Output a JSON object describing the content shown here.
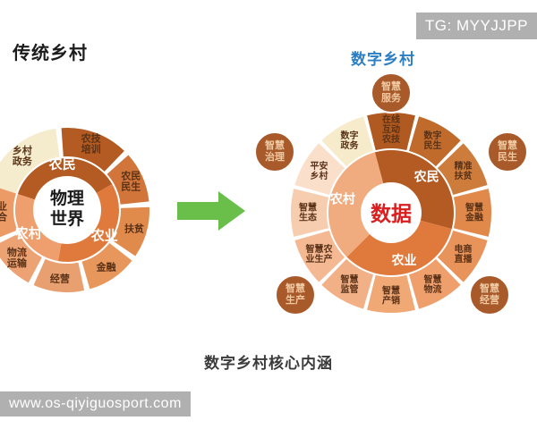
{
  "watermarks": {
    "telegram": "TG: MYYJJPP",
    "site": "www.os-qiyiguosport.com"
  },
  "headings": {
    "left": "传统乡村",
    "right": "数字乡村",
    "caption": "数字乡村核心内涵"
  },
  "colors": {
    "heading_left": "#1c1c1c",
    "heading_right": "#2a7ec4",
    "caption": "#3b3b3b",
    "arrow": "#6abf4b",
    "core_right_text": "#d81e1e",
    "badge_fill": "#a85a2a",
    "ring_cream": "#f5ecce",
    "ring_light_orange": "#f0b98a",
    "ring_orange": "#e8935a",
    "ring_dark_orange": "#c4六"
  },
  "left_wheel": {
    "core": "物理\n世界",
    "core_line1": "物理",
    "core_line2": "世界",
    "inner_ring": [
      {
        "label": "农民",
        "color": "#b35b22"
      },
      {
        "label": "农业",
        "color": "#e07a3c"
      },
      {
        "label": "农村",
        "color": "#ef9f6e"
      }
    ],
    "outer_ring": [
      {
        "label": "乡村\n政务",
        "line1": "乡村",
        "line2": "政务",
        "color": "#f5ecce",
        "text": "dark"
      },
      {
        "label": "农技\n培训",
        "line1": "农技",
        "line2": "培训",
        "color": "#b35b22",
        "text": "dark"
      },
      {
        "label": "农民\n民生",
        "line1": "农民",
        "line2": "民生",
        "color": "#d1753a",
        "text": "dark"
      },
      {
        "label": "扶贫",
        "line1": "扶贫",
        "line2": "",
        "color": "#e08a4c",
        "text": "dark"
      },
      {
        "label": "金融",
        "line1": "金融",
        "line2": "",
        "color": "#e8975c",
        "text": "dark"
      },
      {
        "label": "经营",
        "line1": "经营",
        "line2": "",
        "color": "#e8a070",
        "text": "dark"
      },
      {
        "label": "物流\n运输",
        "line1": "物流",
        "line2": "运输",
        "color": "#eda273",
        "text": "dark"
      },
      {
        "label": "产业\n融合",
        "line1": "产业",
        "line2": "融合",
        "color": "#ec9a66",
        "text": "dark"
      }
    ]
  },
  "right_wheel": {
    "core": "数据",
    "inner_ring": [
      {
        "label": "农民",
        "color": "#b35b22"
      },
      {
        "label": "农业",
        "color": "#e07a3c"
      },
      {
        "label": "农村",
        "color": "#f0ab7e"
      }
    ],
    "outer_ring": [
      {
        "label": "在线\n互动\n农技",
        "lines": [
          "在线",
          "互动",
          "农技"
        ],
        "color": "#b05a22"
      },
      {
        "label": "数字\n民生",
        "lines": [
          "数字",
          "民生"
        ],
        "color": "#c06a2c"
      },
      {
        "label": "精准\n扶贫",
        "lines": [
          "精准",
          "扶贫"
        ],
        "color": "#cd7c3c"
      },
      {
        "label": "智慧\n金融",
        "lines": [
          "智慧",
          "金融"
        ],
        "color": "#e0894a"
      },
      {
        "label": "电商\n直播",
        "lines": [
          "电商",
          "直播"
        ],
        "color": "#e8935a"
      },
      {
        "label": "智慧\n物流",
        "lines": [
          "智慧",
          "物流"
        ],
        "color": "#ee9f6c"
      },
      {
        "label": "智慧\n产销",
        "lines": [
          "智慧",
          "产销"
        ],
        "color": "#f0a875"
      },
      {
        "label": "智慧\n监管",
        "lines": [
          "智慧",
          "监管"
        ],
        "color": "#f2b086"
      },
      {
        "label": "智慧农\n业生产",
        "lines": [
          "智慧农",
          "业生产"
        ],
        "color": "#f4b893"
      },
      {
        "label": "智慧\n生态",
        "lines": [
          "智慧",
          "生态"
        ],
        "color": "#f7cdb0"
      },
      {
        "label": "平安\n乡村",
        "lines": [
          "平安",
          "乡村"
        ],
        "color": "#fadfcb"
      },
      {
        "label": "数字\n政务",
        "lines": [
          "数字",
          "政务"
        ],
        "color": "#f6eccb"
      }
    ],
    "badges": [
      {
        "label": "智慧\n服务",
        "lines": [
          "智慧",
          "服务"
        ],
        "position": "top"
      },
      {
        "label": "智慧\n治理",
        "lines": [
          "智慧",
          "治理"
        ],
        "position": "left"
      },
      {
        "label": "智慧\n民生",
        "lines": [
          "智慧",
          "民生"
        ],
        "position": "right"
      },
      {
        "label": "智慧\n生产",
        "lines": [
          "智慧",
          "生产"
        ],
        "position": "bottom-left"
      },
      {
        "label": "智慧\n经营",
        "lines": [
          "智慧",
          "经营"
        ],
        "position": "bottom-right"
      }
    ]
  },
  "arrow": {
    "name": "transition-arrow",
    "direction": "right"
  }
}
